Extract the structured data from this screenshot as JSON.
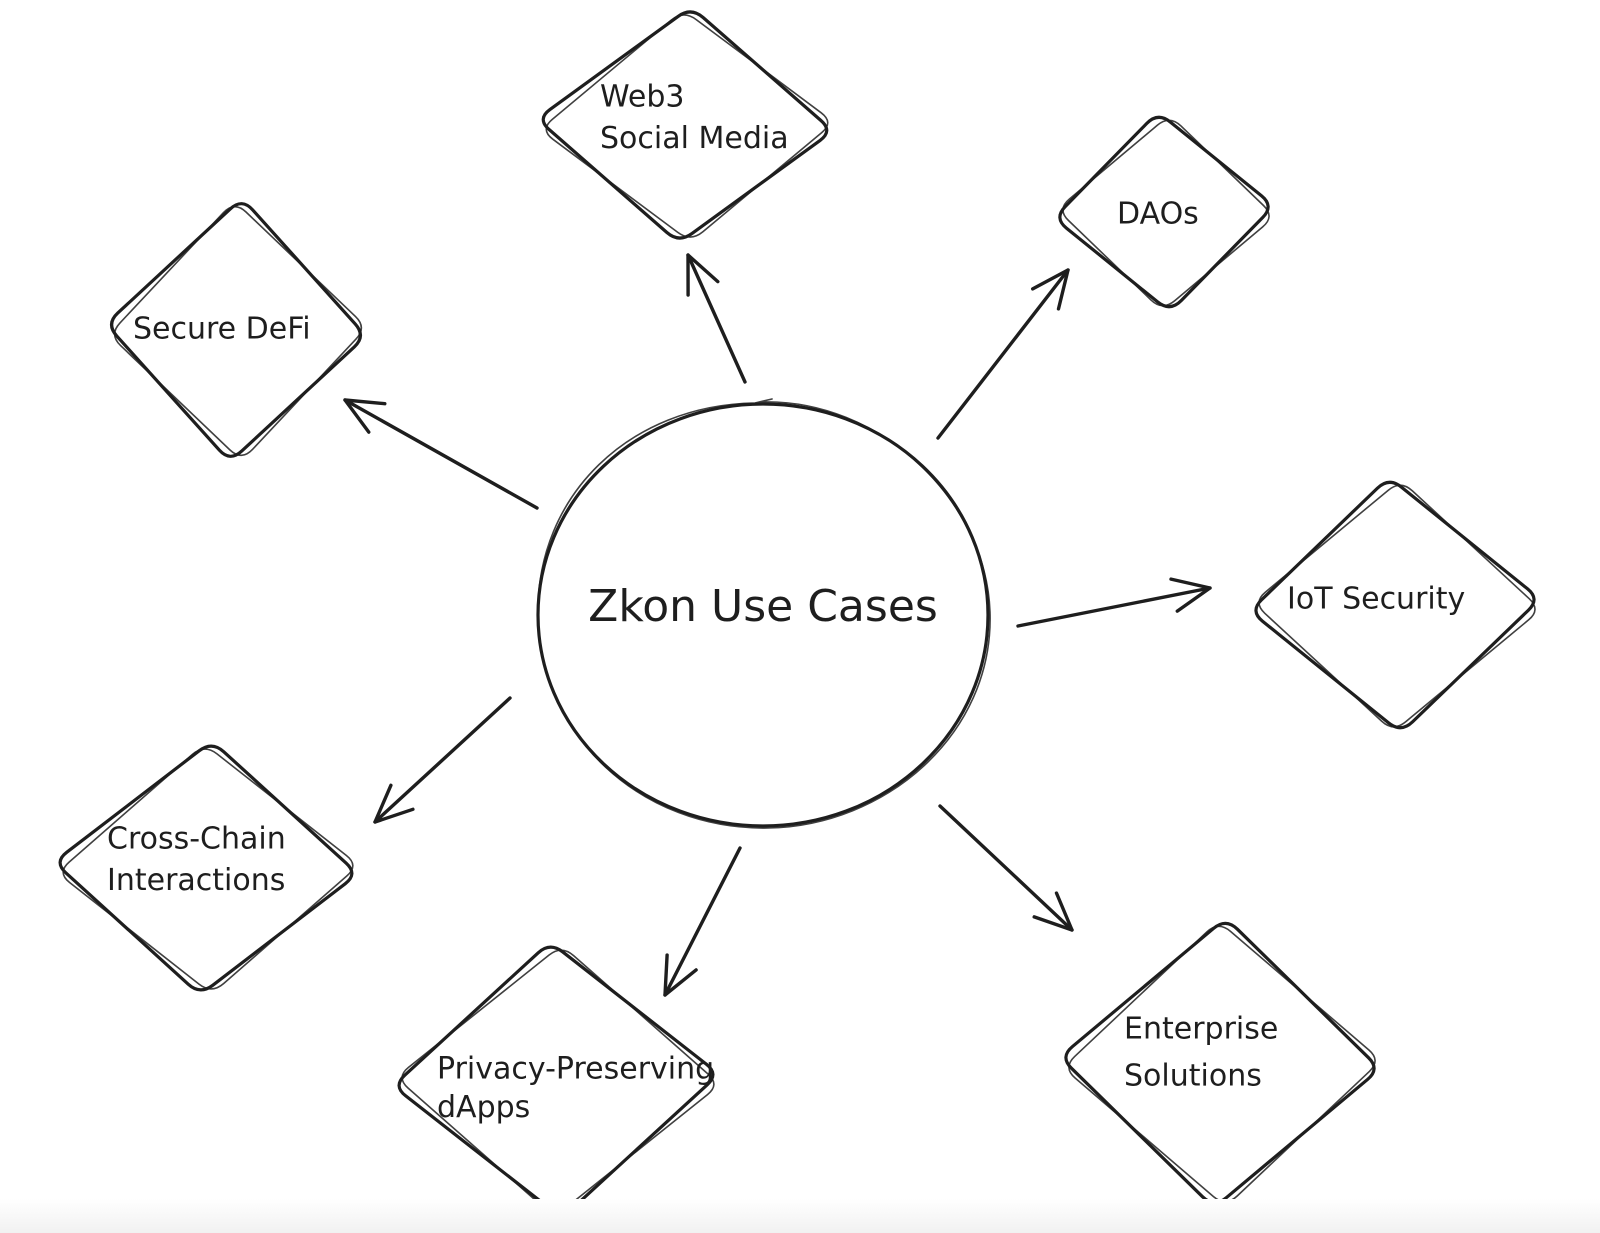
{
  "center": {
    "label": "Zkon Use Cases"
  },
  "nodes": [
    {
      "id": "web3-social-media",
      "lines": [
        "Web3",
        "Social Media"
      ]
    },
    {
      "id": "daos",
      "lines": [
        "DAOs"
      ]
    },
    {
      "id": "secure-defi",
      "lines": [
        "Secure DeFi"
      ]
    },
    {
      "id": "iot-security",
      "lines": [
        "IoT Security"
      ]
    },
    {
      "id": "cross-chain-interactions",
      "lines": [
        "Cross-Chain",
        "Interactions"
      ]
    },
    {
      "id": "privacy-preserving-dapps",
      "lines": [
        "Privacy-Preserving",
        "dApps"
      ]
    },
    {
      "id": "enterprise-solutions",
      "lines": [
        "Enterprise",
        "Solutions"
      ]
    }
  ],
  "colors": {
    "stroke": "#1e1e1e",
    "background": "#ffffff"
  }
}
